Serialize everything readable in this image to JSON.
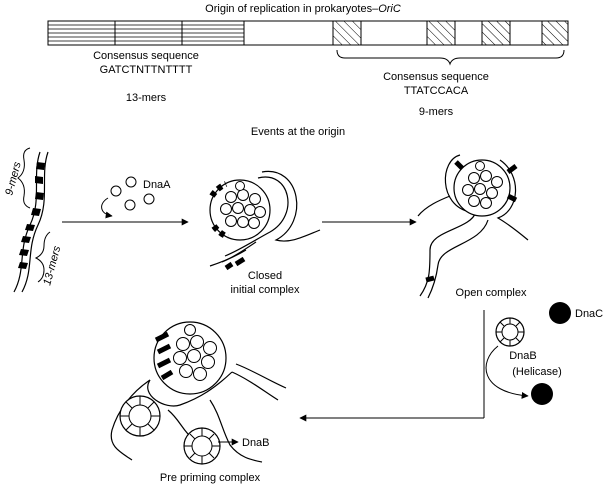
{
  "top": {
    "title_prefix": "Origin of replication in prokaryotes–",
    "title_em": "OriC",
    "left_consensus_heading": "Consensus sequence",
    "left_consensus_seq": "GATCTNTTNTTTT",
    "left_count": "13-mers",
    "right_consensus_heading": "Consensus sequence",
    "right_consensus_seq": "TTATCCACA",
    "right_count": "9-mers"
  },
  "events": {
    "heading": "Events at the origin",
    "strand_label_9": "9-mers",
    "strand_label_13": "13-mers",
    "dnaa_label": "DnaA",
    "closed_label_1": "Closed",
    "closed_label_2": "initial complex",
    "open_label": "Open complex",
    "dnac_label": "DnaC",
    "dnab_label": "DnaB",
    "helicase_label": "(Helicase)",
    "dnab_label_bottom": "DnaB",
    "prepriming_label": "Pre priming complex"
  },
  "colors": {
    "ink": "#000000",
    "paper": "#ffffff"
  }
}
